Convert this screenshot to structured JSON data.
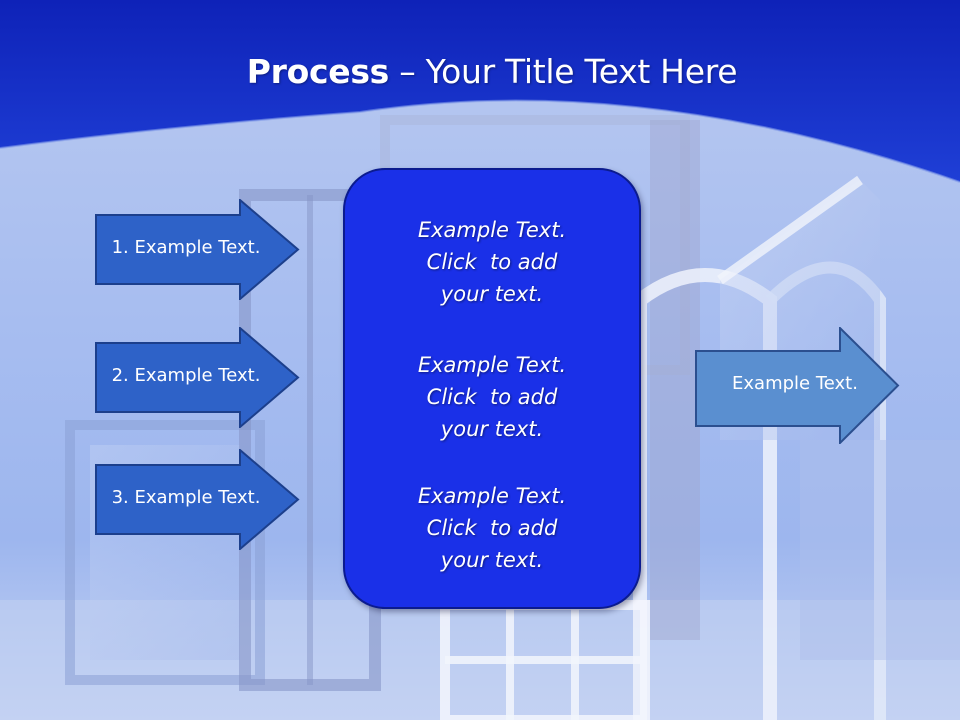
{
  "slide": {
    "title_bold": "Process",
    "title_rest": " – Your Title Text Here"
  },
  "left_arrows": [
    {
      "label": "1. Example Text."
    },
    {
      "label": "2. Example Text."
    },
    {
      "label": "3. Example Text."
    }
  ],
  "center_box": {
    "blocks": [
      {
        "line1": "Example Text.",
        "line2": "Click  to add",
        "line3": "your text."
      },
      {
        "line1": "Example Text.",
        "line2": "Click  to add",
        "line3": "your text."
      },
      {
        "line1": "Example Text.",
        "line2": "Click  to add",
        "line3": "your text."
      }
    ]
  },
  "right_arrow": {
    "label": "Example Text."
  },
  "colors": {
    "header_blue": "#1428c8",
    "arrow_blue": "#2e62c8",
    "right_arrow_blue": "#5a8fd0",
    "center_box_blue": "#1a30e8"
  }
}
